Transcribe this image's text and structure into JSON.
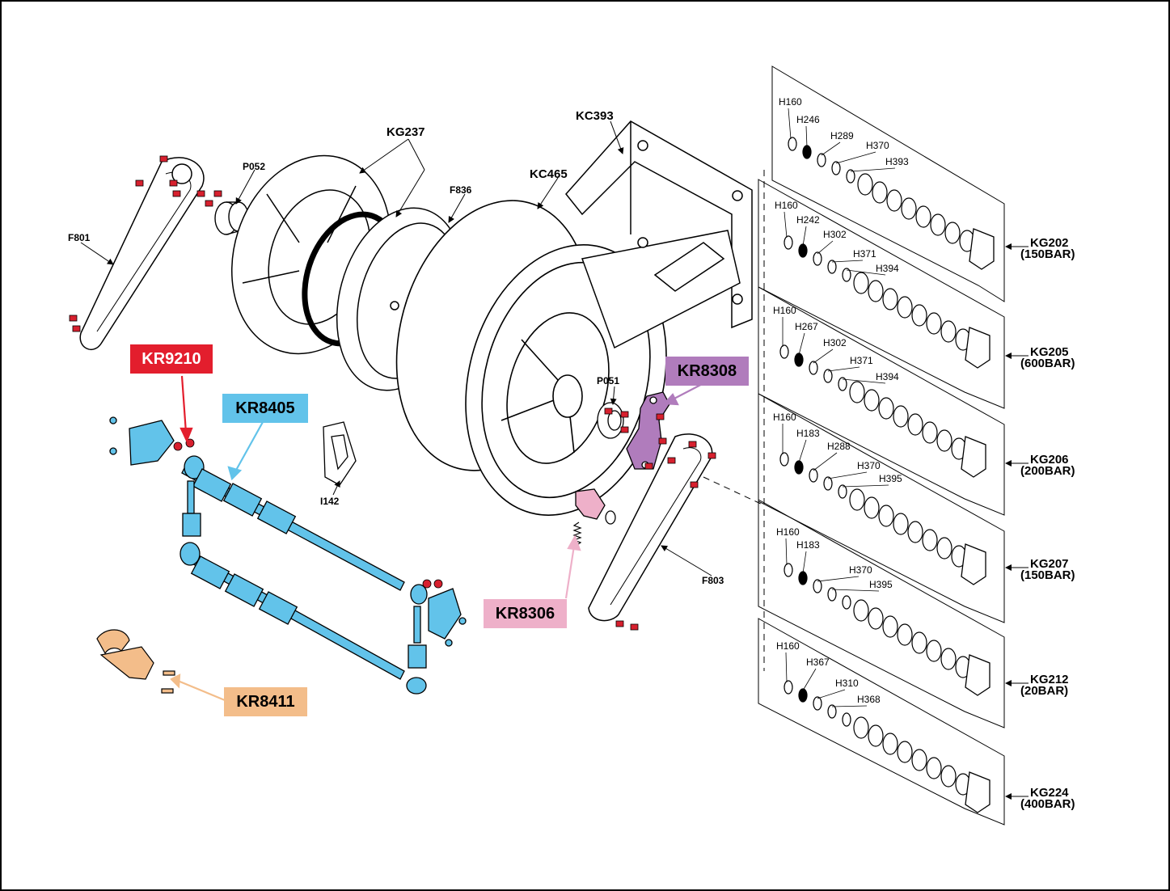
{
  "callouts": {
    "kr9210": "KR9210",
    "kr8405": "KR8405",
    "kr8308": "KR8308",
    "kr8306": "KR8306",
    "kr8411": "KR8411"
  },
  "colors": {
    "kr9210": "#e31e2d",
    "kr8405": "#62c3ea",
    "kr8308": "#b07cbc",
    "kr8306": "#eeb0c9",
    "kr8411": "#f3bd8a",
    "screw_red": "#d7202e",
    "line": "#000000"
  },
  "parts": {
    "kg237": "KG237",
    "kc393": "KC393",
    "kc465": "KC465",
    "f836": "F836",
    "p052": "P052",
    "f801": "F801",
    "p051": "P051",
    "i142": "I142",
    "f803": "F803"
  },
  "kits": [
    {
      "code": "KG202",
      "pressure": "(150BAR)",
      "parts": [
        "H160",
        "H246",
        "H289",
        "H370",
        "H393"
      ]
    },
    {
      "code": "KG205",
      "pressure": "(600BAR)",
      "parts": [
        "H160",
        "H242",
        "H302",
        "H371",
        "H394"
      ]
    },
    {
      "code": "KG206",
      "pressure": "(200BAR)",
      "parts": [
        "H160",
        "H267",
        "H302",
        "H371",
        "H394"
      ]
    },
    {
      "code": "KG207",
      "pressure": "(150BAR)",
      "parts": [
        "H160",
        "H183",
        "H288",
        "H370",
        "H395"
      ]
    },
    {
      "code": "KG212",
      "pressure": "(20BAR)",
      "parts": [
        "H160",
        "H183",
        "H370",
        "H395"
      ]
    },
    {
      "code": "KG224",
      "pressure": "(400BAR)",
      "parts": [
        "H160",
        "H367",
        "H310",
        "H368"
      ]
    }
  ]
}
